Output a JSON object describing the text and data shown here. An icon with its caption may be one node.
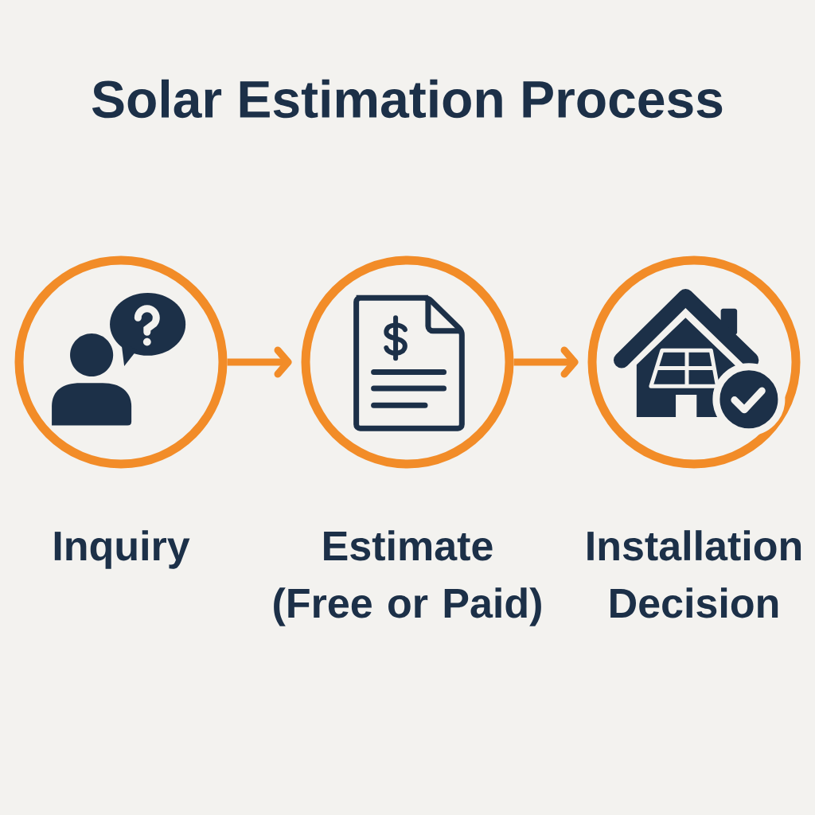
{
  "diagram": {
    "title": "Solar Estimation Process",
    "nodes": [
      {
        "text": [
          "Inquiry"
        ]
      },
      {
        "text": [
          "Estimate (Free or Paid)"
        ]
      },
      {
        "text": [
          "Installation Decision"
        ]
      }
    ],
    "edges": [
      {
        "from": 0,
        "to": 1,
        "arrow": "to"
      },
      {
        "from": 1,
        "to": 2,
        "arrow": "to"
      }
    ]
  }
}
